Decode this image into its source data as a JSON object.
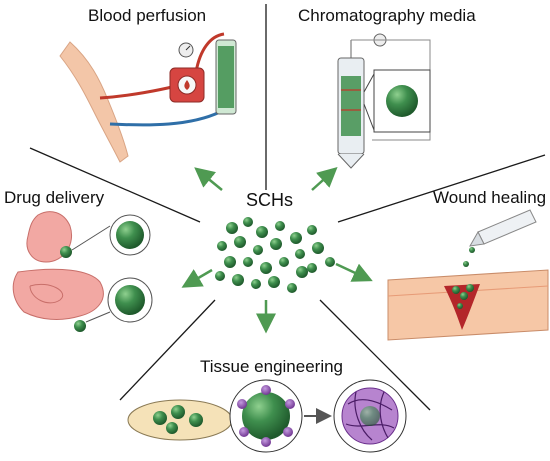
{
  "center": {
    "label": "SCHs"
  },
  "applications": {
    "blood_perfusion": "Blood perfusion",
    "chromatography_media": "Chromatography media",
    "drug_delivery": "Drug delivery",
    "wound_healing": "Wound healing",
    "tissue_engineering": "Tissue engineering"
  },
  "colors": {
    "sphere_green": "#3f8f4e",
    "arrow_green": "#4f9a52",
    "divider": "#1a1a1a",
    "blood_red": "#c0392b",
    "tube_blue": "#2f6fa8",
    "skin": "#f3c6a8",
    "tissue_purple": "#8e4fb0"
  }
}
